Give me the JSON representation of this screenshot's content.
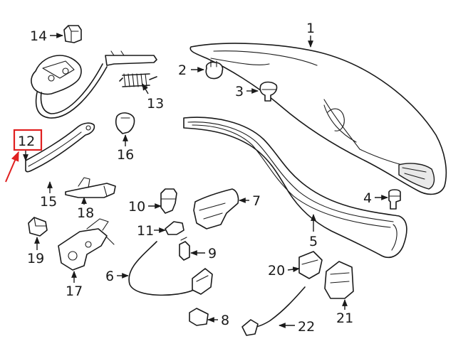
{
  "highlight_color": "#e02020",
  "line_color": "#1a1a1a",
  "callouts": {
    "c1": "1",
    "c2": "2",
    "c3": "3",
    "c4": "4",
    "c5": "5",
    "c6": "6",
    "c7": "7",
    "c8": "8",
    "c9": "9",
    "c10": "10",
    "c11": "11",
    "c12": "12",
    "c13": "13",
    "c14": "14",
    "c15": "15",
    "c16": "16",
    "c17": "17",
    "c18": "18",
    "c19": "19",
    "c20": "20",
    "c21": "21",
    "c22": "22"
  },
  "highlighted_part": "12"
}
